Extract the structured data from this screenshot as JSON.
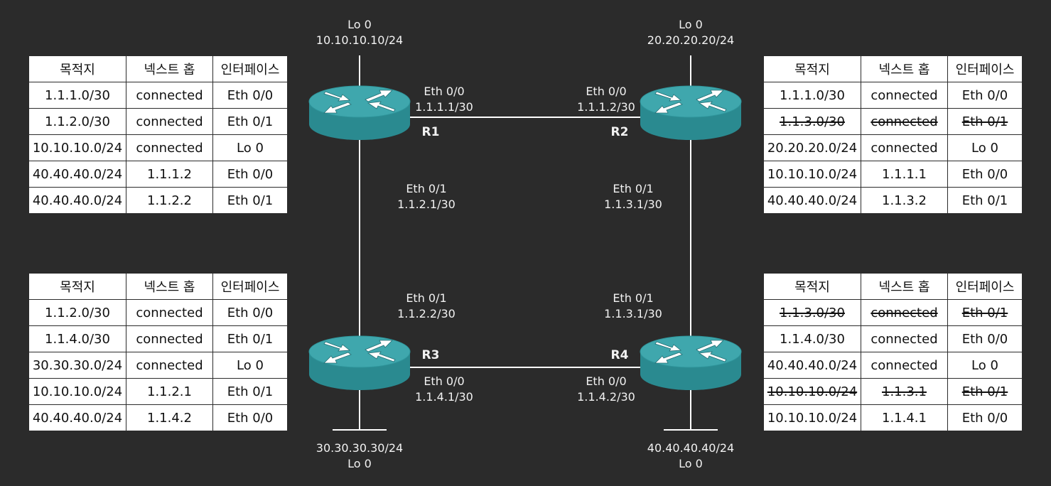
{
  "routers": [
    {
      "id": "r1",
      "name": "R1",
      "loopback": {
        "name": "Lo 0",
        "ip": "10.10.10.10/24"
      }
    },
    {
      "id": "r2",
      "name": "R2",
      "loopback": {
        "name": "Lo 0",
        "ip": "20.20.20.20/24"
      }
    },
    {
      "id": "r3",
      "name": "R3",
      "loopback": {
        "name": "Lo 0",
        "ip": "30.30.30.30/24"
      }
    },
    {
      "id": "r4",
      "name": "R4",
      "loopback": {
        "name": "Lo 0",
        "ip": "40.40.40.40/24"
      }
    }
  ],
  "interfaces": {
    "r1_r2_r1side": {
      "name": "Eth 0/0",
      "ip": "1.1.1.1/30"
    },
    "r1_r2_r2side": {
      "name": "Eth 0/0",
      "ip": "1.1.1.2/30"
    },
    "r1_r3_r1side": {
      "name": "Eth 0/1",
      "ip": "1.1.2.1/30"
    },
    "r1_r3_r3side": {
      "name": "Eth 0/1",
      "ip": "1.1.2.2/30"
    },
    "r2_r4_r2side": {
      "name": "Eth 0/1",
      "ip": "1.1.3.1/30"
    },
    "r2_r4_r4side": {
      "name": "Eth 0/1",
      "ip": "1.1.3.1/30"
    },
    "r3_r4_r3side": {
      "name": "Eth 0/0",
      "ip": "1.1.4.1/30"
    },
    "r3_r4_r4side": {
      "name": "Eth 0/0",
      "ip": "1.1.4.2/30"
    }
  },
  "table_headers": [
    "목적지",
    "넥스트 홉",
    "인터페이스"
  ],
  "routing_tables": {
    "r1": [
      {
        "dest": "1.1.1.0/30",
        "next_hop": "connected",
        "iface": "Eth 0/0",
        "struck": false
      },
      {
        "dest": "1.1.2.0/30",
        "next_hop": "connected",
        "iface": "Eth 0/1",
        "struck": false
      },
      {
        "dest": "10.10.10.0/24",
        "next_hop": "connected",
        "iface": "Lo 0",
        "struck": false
      },
      {
        "dest": "40.40.40.0/24",
        "next_hop": "1.1.1.2",
        "iface": "Eth 0/0",
        "struck": false
      },
      {
        "dest": "40.40.40.0/24",
        "next_hop": "1.1.2.2",
        "iface": "Eth 0/1",
        "struck": false
      }
    ],
    "r2": [
      {
        "dest": "1.1.1.0/30",
        "next_hop": "connected",
        "iface": "Eth 0/0",
        "struck": false
      },
      {
        "dest": "1.1.3.0/30",
        "next_hop": "connected",
        "iface": "Eth 0/1",
        "struck": true
      },
      {
        "dest": "20.20.20.0/24",
        "next_hop": "connected",
        "iface": "Lo 0",
        "struck": false
      },
      {
        "dest": "10.10.10.0/24",
        "next_hop": "1.1.1.1",
        "iface": "Eth 0/0",
        "struck": false
      },
      {
        "dest": "40.40.40.0/24",
        "next_hop": "1.1.3.2",
        "iface": "Eth 0/1",
        "struck": false
      }
    ],
    "r3": [
      {
        "dest": "1.1.2.0/30",
        "next_hop": "connected",
        "iface": "Eth 0/0",
        "struck": false
      },
      {
        "dest": "1.1.4.0/30",
        "next_hop": "connected",
        "iface": "Eth 0/1",
        "struck": false
      },
      {
        "dest": "30.30.30.0/24",
        "next_hop": "connected",
        "iface": "Lo 0",
        "struck": false
      },
      {
        "dest": "10.10.10.0/24",
        "next_hop": "1.1.2.1",
        "iface": "Eth 0/1",
        "struck": false
      },
      {
        "dest": "40.40.40.0/24",
        "next_hop": "1.1.4.2",
        "iface": "Eth 0/0",
        "struck": false
      }
    ],
    "r4": [
      {
        "dest": "1.1.3.0/30",
        "next_hop": "connected",
        "iface": "Eth 0/1",
        "struck": true
      },
      {
        "dest": "1.1.4.0/30",
        "next_hop": "connected",
        "iface": "Eth 0/0",
        "struck": false
      },
      {
        "dest": "40.40.40.0/24",
        "next_hop": "connected",
        "iface": "Lo 0",
        "struck": false
      },
      {
        "dest": "10.10.10.0/24",
        "next_hop": "1.1.3.1",
        "iface": "Eth 0/1",
        "struck": true
      },
      {
        "dest": "10.10.10.0/24",
        "next_hop": "1.1.4.1",
        "iface": "Eth 0/0",
        "struck": false
      }
    ]
  },
  "colors": {
    "background": "#2b2b2b",
    "router_top": "#3fa7ad",
    "router_side": "#2a8a90",
    "link_line": "#ffffff",
    "text": "#f2f2f2"
  },
  "icons": [
    "router-icon"
  ]
}
